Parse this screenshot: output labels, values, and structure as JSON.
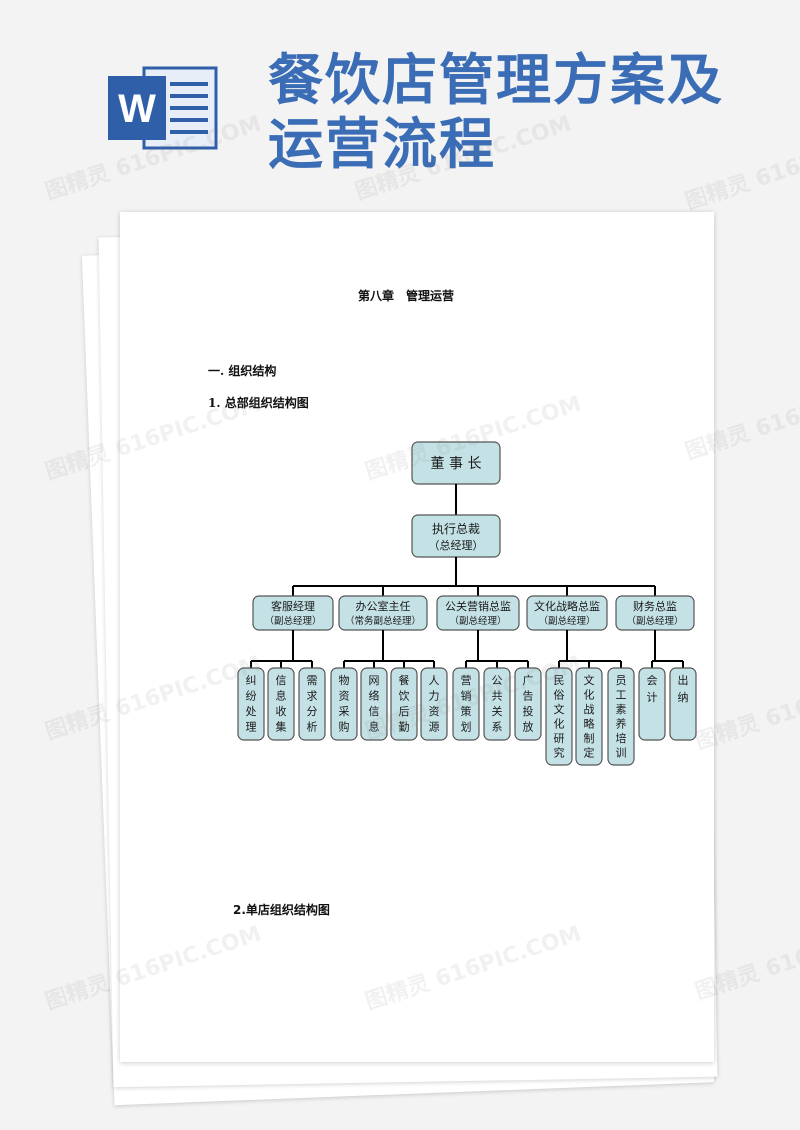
{
  "banner": {
    "title_line1": "餐饮店管理方案及",
    "title_line2": "运营流程",
    "logo_letter": "W"
  },
  "document": {
    "chapter": "第八章　管理运营",
    "section1": "一. 组织结构",
    "section1_1": "1. 总部组织结构图",
    "section2": "2.单店组织结构图"
  },
  "org_chart": {
    "root": "董 事 长",
    "ceo": [
      "执行总裁",
      "（总经理）"
    ],
    "departments": [
      {
        "title": [
          "客服经理",
          "（副总经理）"
        ],
        "functions": [
          "纠纷处理",
          "信息收集",
          "需求分析"
        ]
      },
      {
        "title": [
          "办公室主任",
          "（常务副总经理）"
        ],
        "functions": [
          "物资采购",
          "网络信息",
          "餐饮后勤",
          "人力资源"
        ]
      },
      {
        "title": [
          "公关营销总监",
          "（副总经理）"
        ],
        "functions": [
          "营销策划",
          "公共关系",
          "广告投放"
        ]
      },
      {
        "title": [
          "文化战略总监",
          "（副总经理）"
        ],
        "functions": [
          "民俗文化研究",
          "文化战略制定",
          "员工素养培训"
        ]
      },
      {
        "title": [
          "财务总监",
          "（副总经理）"
        ],
        "functions": [
          "会计",
          "出纳"
        ]
      }
    ]
  },
  "colors": {
    "box_fill": "#c4e1e5",
    "title": "#3a6db5",
    "logo": "#2f5fa8"
  },
  "watermark": "图精灵 616PIC.COM"
}
